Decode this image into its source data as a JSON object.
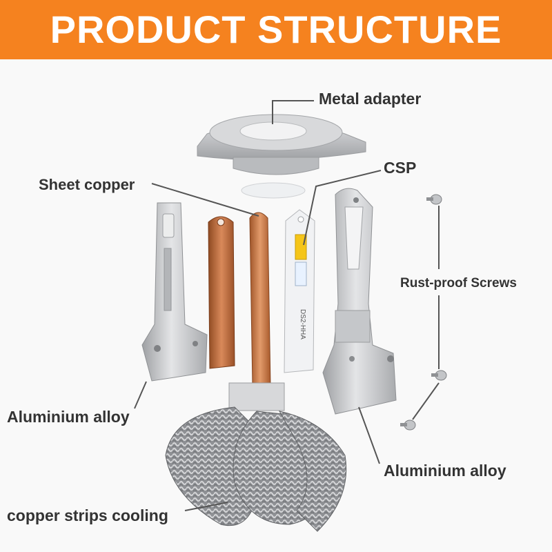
{
  "banner": {
    "title": "PRODUCT STRUCTURE",
    "color": "#f5821f"
  },
  "labels": {
    "metal_adapter": "Metal adapter",
    "csp": "CSP",
    "sheet_copper": "Sheet copper",
    "rust_proof_screws": "Rust-proof Screws",
    "aluminium_alloy_left": "Aluminium alloy",
    "aluminium_alloy_right": "Aluminium alloy",
    "copper_strips_cooling": "copper strips cooling"
  },
  "pcb_marking": "DS2-HHA",
  "colors": {
    "label_text": "#333333",
    "leader_line": "#555555",
    "aluminium": "#c8c9cb",
    "copper": "#b8632f",
    "led_yellow": "#f5c518",
    "led_white": "#e8f2ff"
  },
  "icons": [
    "metal-adapter-part",
    "csp-chip-board",
    "copper-sheet-part",
    "aluminium-housing-left",
    "aluminium-housing-right",
    "screw-icon",
    "braided-copper-strips"
  ]
}
